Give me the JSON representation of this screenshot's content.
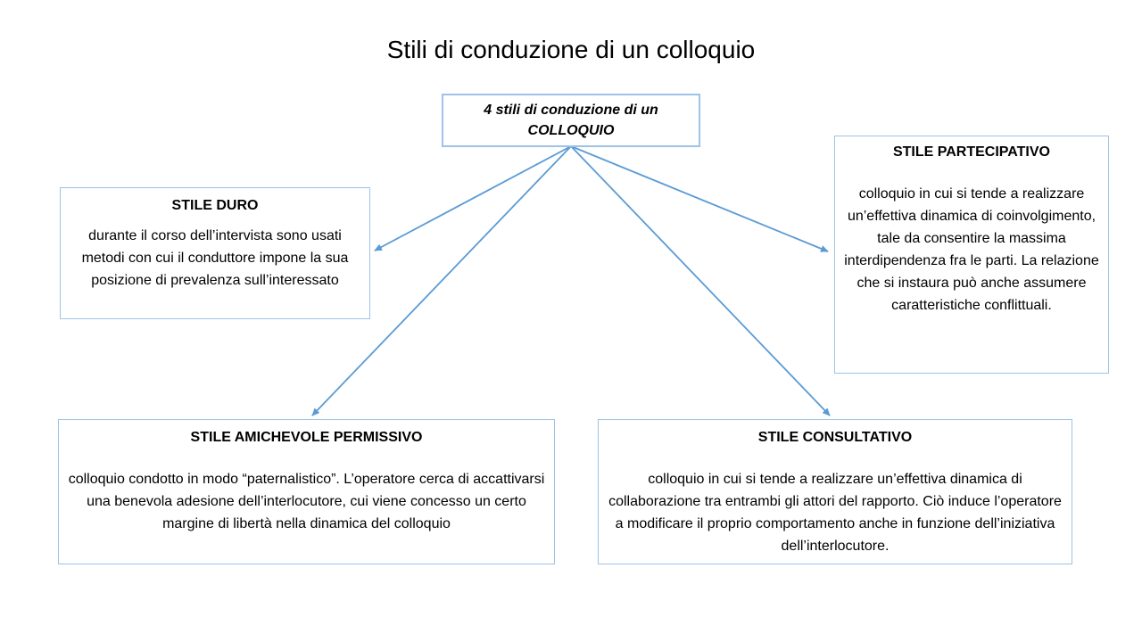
{
  "slide": {
    "title": "Stili di conduzione di un colloquio"
  },
  "colors": {
    "background": "#ffffff",
    "box_border": "#9dc3e6",
    "arrow": "#5b9bd5",
    "text": "#000000"
  },
  "root_node": {
    "label": "4 stili di conduzione di un\nCOLLOQUIO"
  },
  "styles": [
    {
      "heading": "STILE DURO",
      "body": "durante il corso dell’intervista sono usati metodi con cui il conduttore impone la sua posizione di prevalenza sull’interessato"
    },
    {
      "heading": "STILE PARTECIPATIVO",
      "body": "colloquio in cui si tende a realizzare un’effettiva dinamica di coinvolgimento, tale da consentire la massima interdipendenza fra le parti. La relazione che si instaura può anche assumere caratteristiche conflittuali."
    },
    {
      "heading": "STILE AMICHEVOLE PERMISSIVO",
      "body": "colloquio condotto in modo “paternalistico”. L’operatore cerca di accattivarsi una benevola adesione dell’interlocutore, cui viene concesso un certo margine di libertà nella dinamica del colloquio"
    },
    {
      "heading": "STILE CONSULTATIVO",
      "body": "colloquio in cui si tende a realizzare un’effettiva dinamica di collaborazione tra entrambi gli attori del rapporto. Ciò induce l’operatore a modificare il proprio comportamento anche in funzione dell’iniziativa dell’interlocutore."
    }
  ]
}
